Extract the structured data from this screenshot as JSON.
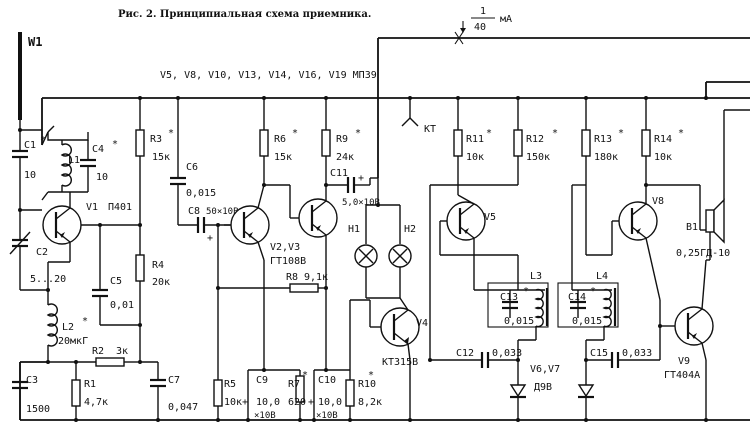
{
  "title": "Рис. 2. Принципиальная схема приемника.",
  "transistor_list": "V5, V8, V10, V13, V14, V16, V19  МП39",
  "meter": {
    "numerator": "1",
    "denominator": "40",
    "unit": "мА"
  },
  "antenna": {
    "label": "W1"
  },
  "test_point": {
    "label": "КТ"
  },
  "components": {
    "c1": {
      "ref": "C1",
      "value": "10"
    },
    "c2": {
      "ref": "C2",
      "value": "5...20"
    },
    "c3": {
      "ref": "C3",
      "value": "1500"
    },
    "c4": {
      "ref": "C4",
      "value": "10"
    },
    "c5": {
      "ref": "C5",
      "value": "0,01"
    },
    "c6": {
      "ref": "C6",
      "value": "0,015"
    },
    "c7": {
      "ref": "C7",
      "value": "0,047"
    },
    "c8": {
      "ref": "C8",
      "value": "50×10В"
    },
    "c9": {
      "ref": "C9",
      "value": "10,0",
      "value2": "×10В"
    },
    "c10": {
      "ref": "C10",
      "value": "10,0",
      "value2": "×10В"
    },
    "c11": {
      "ref": "C11",
      "value": "5,0×10В"
    },
    "c12": {
      "ref": "C12",
      "value": "0,033"
    },
    "c13": {
      "ref": "C13",
      "value": "0,015"
    },
    "c14": {
      "ref": "C14",
      "value": "0,015"
    },
    "c15": {
      "ref": "C15",
      "value": "0,033"
    },
    "r1": {
      "ref": "R1",
      "value": "4,7к"
    },
    "r2": {
      "ref": "R2",
      "value": "3к"
    },
    "r3": {
      "ref": "R3",
      "value": "15к"
    },
    "r4": {
      "ref": "R4",
      "value": "20к"
    },
    "r5": {
      "ref": "R5",
      "value": "10к"
    },
    "r6": {
      "ref": "R6",
      "value": "15к"
    },
    "r7": {
      "ref": "R7",
      "value": "620"
    },
    "r8": {
      "ref": "R8",
      "value": "9,1к"
    },
    "r9": {
      "ref": "R9",
      "value": "24к"
    },
    "r10": {
      "ref": "R10",
      "value": "8,2к"
    },
    "r11": {
      "ref": "R11",
      "value": "10к"
    },
    "r12": {
      "ref": "R12",
      "value": "150к"
    },
    "r13": {
      "ref": "R13",
      "value": "180к"
    },
    "r14": {
      "ref": "R14",
      "value": "10к"
    },
    "l1": {
      "ref": "L1"
    },
    "l2": {
      "ref": "L2",
      "value": "20мкГ"
    },
    "l3": {
      "ref": "L3"
    },
    "l4": {
      "ref": "L4"
    },
    "h1": {
      "ref": "H1"
    },
    "h2": {
      "ref": "H2"
    },
    "v1": {
      "ref": "V1",
      "value": "П401"
    },
    "v2v3": {
      "ref": "V2,V3",
      "value": "ГТ108В"
    },
    "v4": {
      "ref": "V4",
      "value": "КТ315В"
    },
    "v5": {
      "ref": "V5"
    },
    "v6v7": {
      "ref": "V6,V7",
      "value": "Д9В"
    },
    "v8": {
      "ref": "V8"
    },
    "v9": {
      "ref": "V9",
      "value": "ГТ404А"
    },
    "b1": {
      "ref": "B1",
      "value": "0,25ГД-10"
    }
  },
  "marks": {
    "star": "*",
    "plus": "+",
    "cross": "×"
  }
}
